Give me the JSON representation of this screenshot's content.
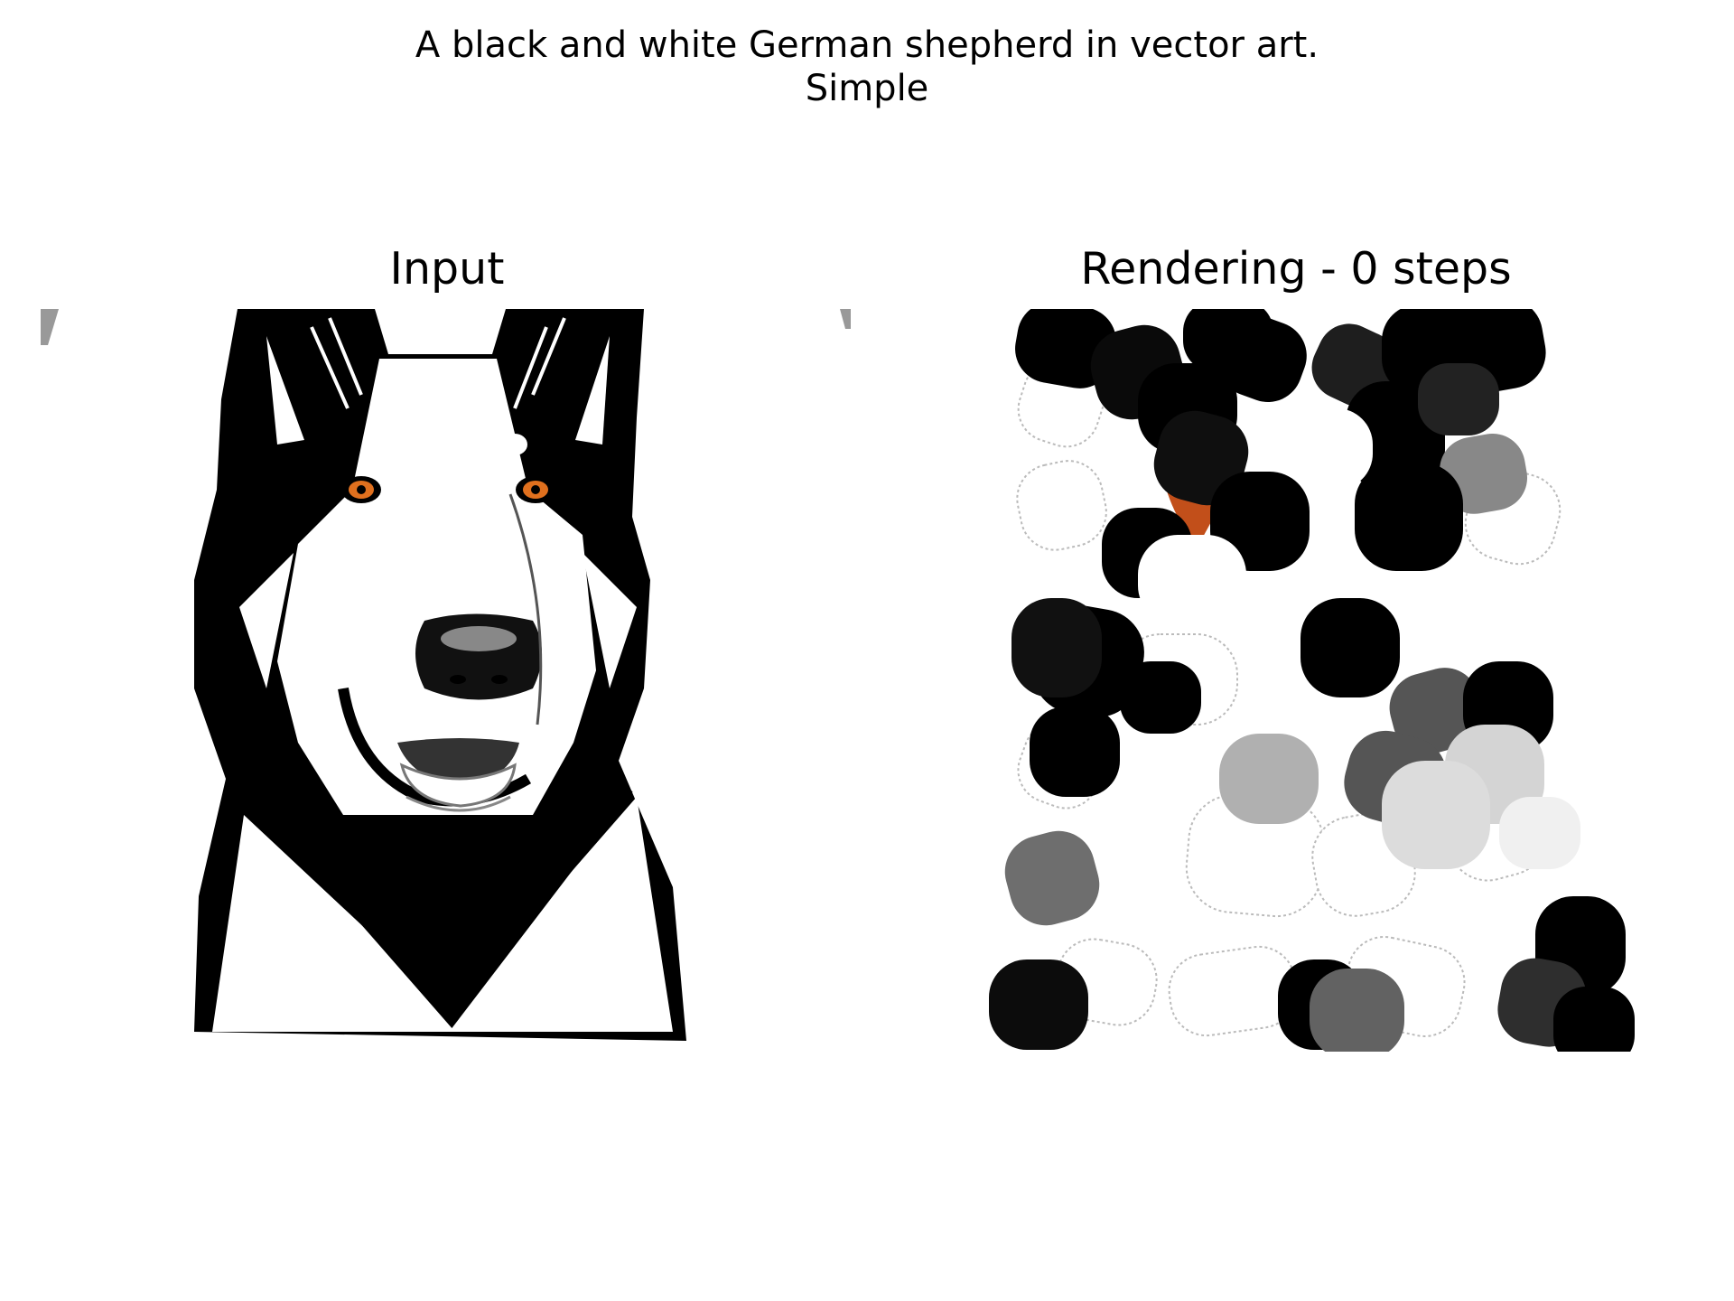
{
  "figure": {
    "suptitle_lines": [
      "A black and white German shepherd in vector art.",
      "Simple"
    ]
  },
  "panels": {
    "input": {
      "title": "Input"
    },
    "rendering": {
      "title": "Rendering - 0 steps"
    }
  },
  "colors": {
    "black": "#000000",
    "white": "#ffffff",
    "eye_orange": "#e0701e",
    "blob_orange": "#c24f1a",
    "gray_dark": "#666666",
    "gray_mid": "#888888",
    "gray_light": "#b8b8b8",
    "gray_pale": "#d8d8d8"
  }
}
